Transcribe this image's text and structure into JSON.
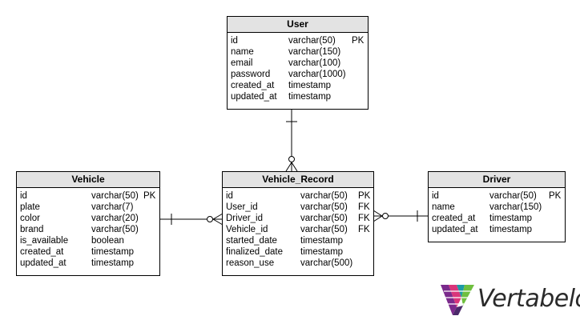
{
  "tables": {
    "user": {
      "name": "User",
      "columns": [
        {
          "name": "id",
          "type": "varchar(50)",
          "key": "PK"
        },
        {
          "name": "name",
          "type": "varchar(150)",
          "key": ""
        },
        {
          "name": "email",
          "type": "varchar(100)",
          "key": ""
        },
        {
          "name": "password",
          "type": "varchar(1000)",
          "key": ""
        },
        {
          "name": "created_at",
          "type": "timestamp",
          "key": ""
        },
        {
          "name": "updated_at",
          "type": "timestamp",
          "key": ""
        }
      ]
    },
    "vehicle": {
      "name": "Vehicle",
      "columns": [
        {
          "name": "id",
          "type": "varchar(50)",
          "key": "PK"
        },
        {
          "name": "plate",
          "type": "varchar(7)",
          "key": ""
        },
        {
          "name": "color",
          "type": "varchar(20)",
          "key": ""
        },
        {
          "name": "brand",
          "type": "varchar(50)",
          "key": ""
        },
        {
          "name": "is_available",
          "type": "boolean",
          "key": ""
        },
        {
          "name": "created_at",
          "type": "timestamp",
          "key": ""
        },
        {
          "name": "updated_at",
          "type": "timestamp",
          "key": ""
        }
      ]
    },
    "vehicle_record": {
      "name": "Vehicle_Record",
      "columns": [
        {
          "name": "id",
          "type": "varchar(50)",
          "key": "PK"
        },
        {
          "name": "User_id",
          "type": "varchar(50)",
          "key": "FK"
        },
        {
          "name": "Driver_id",
          "type": "varchar(50)",
          "key": "FK"
        },
        {
          "name": "Vehicle_id",
          "type": "varchar(50)",
          "key": "FK"
        },
        {
          "name": "started_date",
          "type": "timestamp",
          "key": ""
        },
        {
          "name": "finalized_date",
          "type": "timestamp",
          "key": ""
        },
        {
          "name": "reason_use",
          "type": "varchar(500)",
          "key": ""
        }
      ]
    },
    "driver": {
      "name": "Driver",
      "columns": [
        {
          "name": "id",
          "type": "varchar(50)",
          "key": "PK"
        },
        {
          "name": "name",
          "type": "varchar(150)",
          "key": ""
        },
        {
          "name": "created_at",
          "type": "timestamp",
          "key": ""
        },
        {
          "name": "updated_at",
          "type": "timestamp",
          "key": ""
        }
      ]
    }
  },
  "relationships": [
    {
      "from": "User",
      "to": "Vehicle_Record",
      "from_cardinality": "one",
      "to_cardinality": "zero-or-many"
    },
    {
      "from": "Vehicle",
      "to": "Vehicle_Record",
      "from_cardinality": "one",
      "to_cardinality": "zero-or-many"
    },
    {
      "from": "Driver",
      "to": "Vehicle_Record",
      "from_cardinality": "one",
      "to_cardinality": "zero-or-many"
    }
  ],
  "logo": {
    "text": "Vertabelo"
  },
  "colors": {
    "header_bg": "#e3e3e3",
    "line": "#000000",
    "logo_purple": "#7b2a8c",
    "logo_pink": "#d9357a",
    "logo_teal": "#1d9aa5",
    "logo_green": "#6fbf3f"
  }
}
